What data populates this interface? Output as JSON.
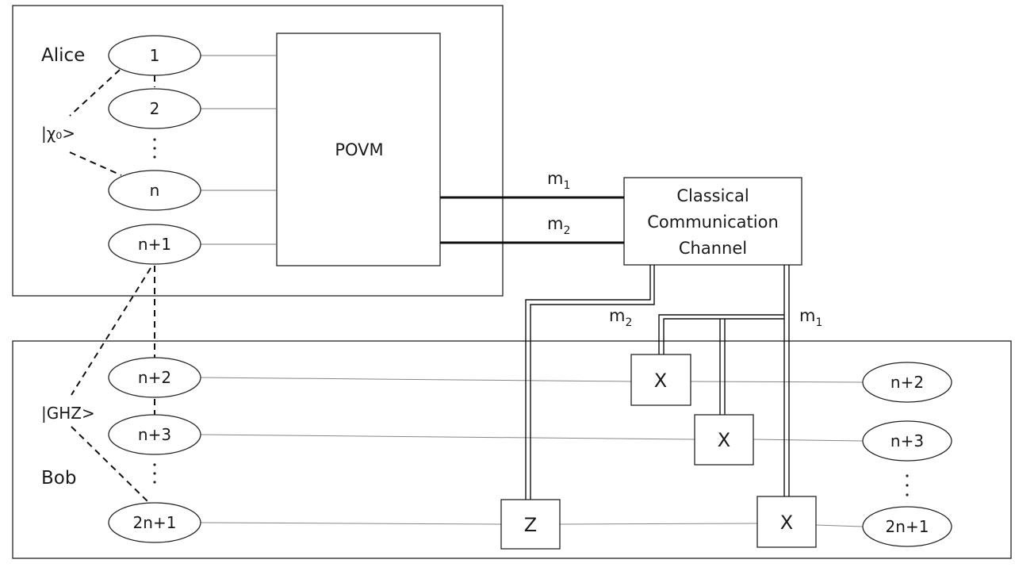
{
  "alice": {
    "label": "Alice",
    "qubits": [
      "1",
      "2",
      "n",
      "n+1"
    ],
    "state": "|χ₀>"
  },
  "povm": {
    "label": "POVM"
  },
  "channel": {
    "line1": "Classical",
    "line2": "Communication",
    "line3": "Channel"
  },
  "signals": {
    "m1": {
      "base": "m",
      "sub": "1"
    },
    "m2": {
      "base": "m",
      "sub": "2"
    }
  },
  "bob": {
    "label": "Bob",
    "state": "|GHZ>",
    "qubits": [
      "n+2",
      "n+3",
      "2n+1"
    ],
    "outputs": [
      "n+2",
      "n+3",
      "2n+1"
    ]
  },
  "gates": {
    "x": "X",
    "z": "Z"
  },
  "dots": "·\n·\n·"
}
